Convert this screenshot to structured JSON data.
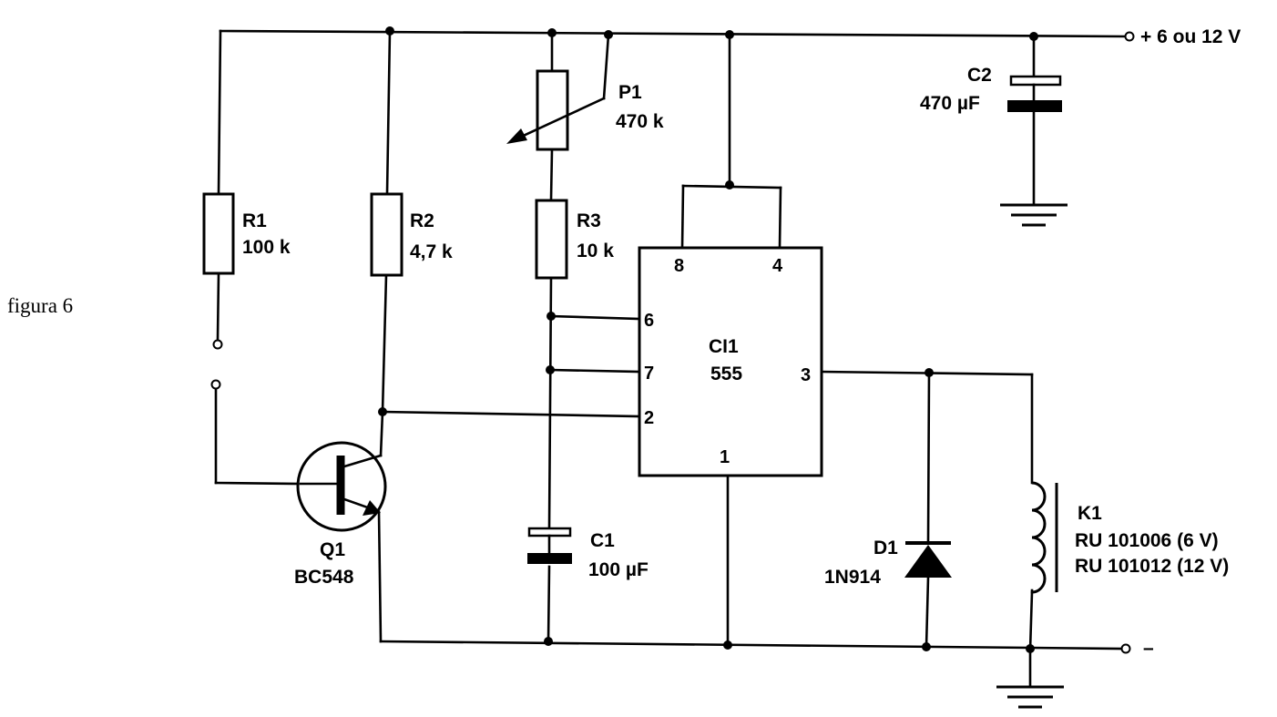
{
  "figure": {
    "caption": "figura 6"
  },
  "supply": {
    "positive_label": "+ 6 ou 12 V",
    "negative_label": "–"
  },
  "components": {
    "R1": {
      "ref": "R1",
      "value": "100 k"
    },
    "R2": {
      "ref": "R2",
      "value": "4,7 k"
    },
    "R3": {
      "ref": "R3",
      "value": "10 k"
    },
    "P1": {
      "ref": "P1",
      "value": "470 k"
    },
    "C1": {
      "ref": "C1",
      "value": "100 µF"
    },
    "C2": {
      "ref": "C2",
      "value": "470 µF"
    },
    "Q1": {
      "ref": "Q1",
      "value": "BC548"
    },
    "D1": {
      "ref": "D1",
      "value": "1N914"
    },
    "K1": {
      "ref": "K1",
      "line1": "RU 101006 (6 V)",
      "line2": "RU 101012 (12 V)"
    },
    "CI1": {
      "ref": "CI1",
      "value": "555",
      "pins": {
        "p8": "8",
        "p4": "4",
        "p6": "6",
        "p7": "7",
        "p2": "2",
        "p3": "3",
        "p1": "1"
      }
    }
  }
}
